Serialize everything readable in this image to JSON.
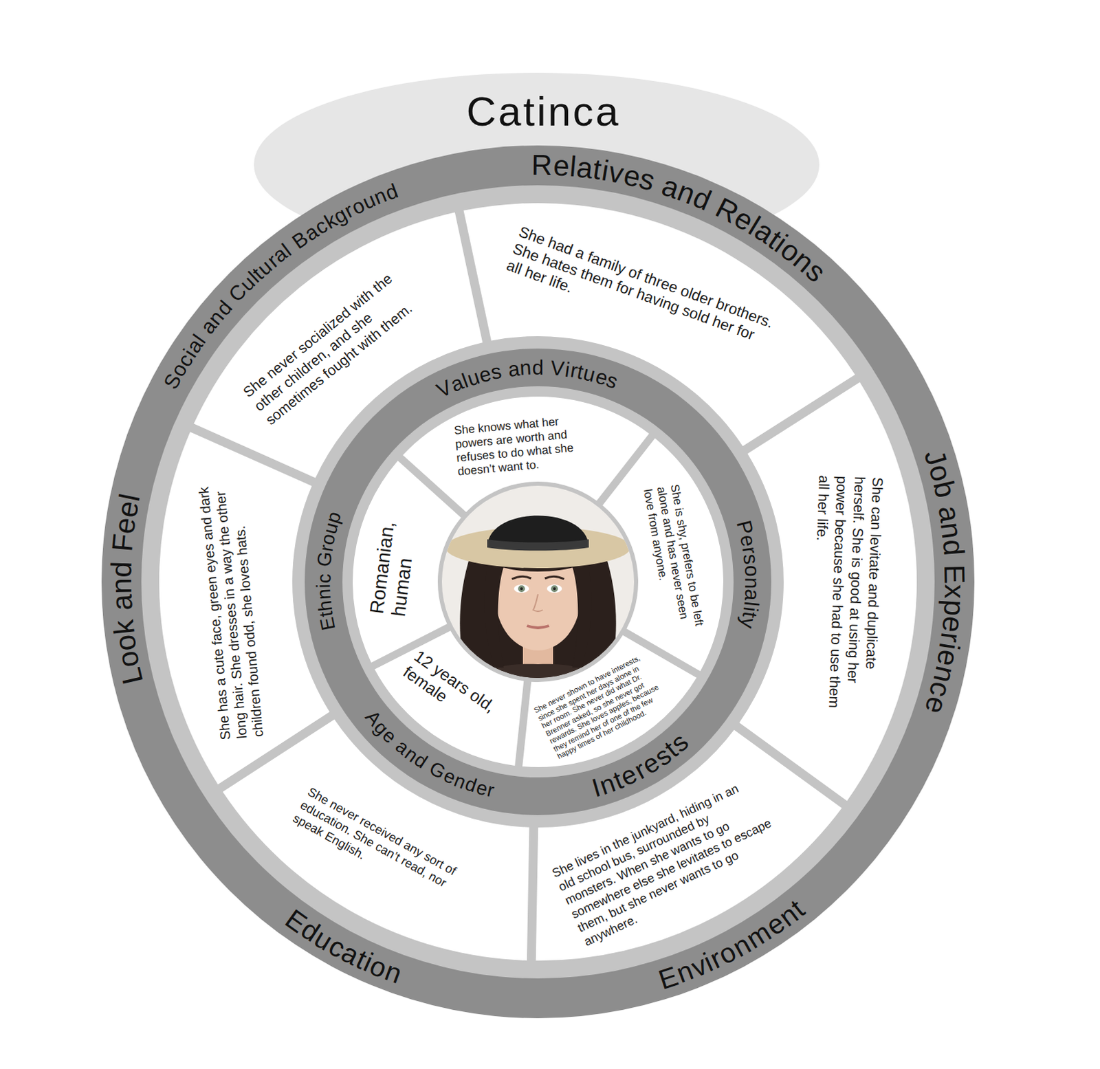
{
  "diagram": {
    "title": "Catinca",
    "nodes": [
      {
        "text": [
          "Social and Cultural Background",
          "She never socialized with the other children, and she sometimes fought with them."
        ]
      },
      {
        "text": [
          "Relatives and Relations",
          "She had a family of three older brothers. She hates them for having sold her for all her life."
        ]
      },
      {
        "text": [
          "Job and Experience",
          "She can levitate and duplicate herself. She is good at using her power because she had to use them all her life."
        ]
      },
      {
        "text": [
          "Environment",
          "She lives in the junkyard, hiding in an old school bus, surrounded by monsters. When she wants to go somewhere else she levitates to escape them, but she never wants to go anywhere."
        ]
      },
      {
        "text": [
          "Education",
          "She never received any sort of education. She can’t read, nor speak English."
        ]
      },
      {
        "text": [
          "Look and Feel",
          "She has a cute face, green eyes and dark long hair. She dresses in a way the other children found odd, she loves hats."
        ]
      },
      {
        "text": [
          "Values and Virtues",
          "She knows what her powers are worth and refuses to do what she doesn’t want to."
        ]
      },
      {
        "text": [
          "Personality",
          "She is shy, prefers to be left alone and has never seen love from anyone."
        ]
      },
      {
        "text": [
          "Interests",
          "She never shown to have interests, since she spent her days alone in her room. She never did what Dr. Brenner asked, so she never got rewards. She loves apples, because they remind her of one of the few happy times of her childhood."
        ]
      },
      {
        "text": [
          "Age and Gender",
          "12 years old, female"
        ]
      },
      {
        "text": [
          "Ethnic Group",
          "Romanian, human"
        ]
      }
    ]
  }
}
